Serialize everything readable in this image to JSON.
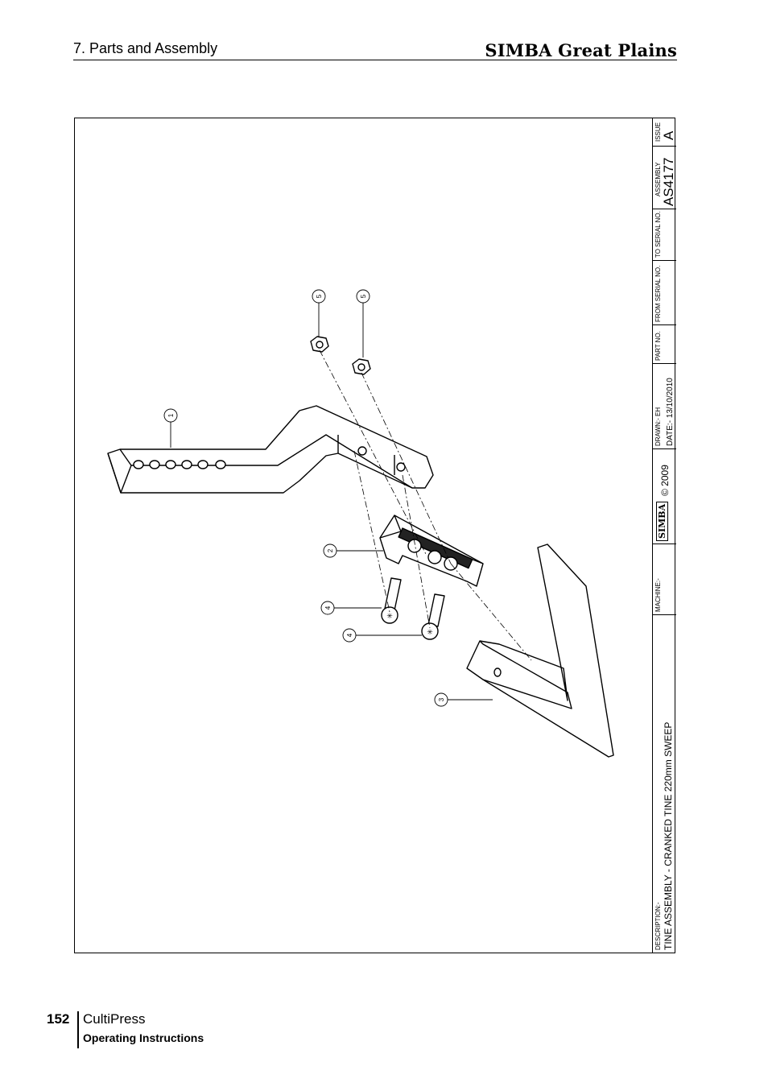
{
  "header": {
    "section": "7. Parts and Assembly",
    "brand": "SIMBA Great Plains"
  },
  "titleblock": {
    "issue_label": "ISSUE",
    "issue": "A",
    "assembly_label": "ASSEMBLY",
    "assembly": "AS4177",
    "to_serial_label": "TO SERIAL NO.",
    "from_serial_label": "FROM SERIAL NO.",
    "part_no_label": "PART NO.",
    "drawn": "DRAWN:- EH",
    "date": "DATE:-  13/10/2010",
    "copyright": "© 2009",
    "logo": "SIMBA",
    "machine_label": "MACHINE:-",
    "description_label": "DESCRIPTION:-",
    "description": "TINE ASSEMBLY - CRANKED TINE 220mm SWEEP"
  },
  "callouts": [
    "1",
    "2",
    "3",
    "4",
    "4",
    "5",
    "5"
  ],
  "footer": {
    "page_number": "152",
    "product": "CultiPress",
    "doc_type": "Operating Instructions"
  }
}
